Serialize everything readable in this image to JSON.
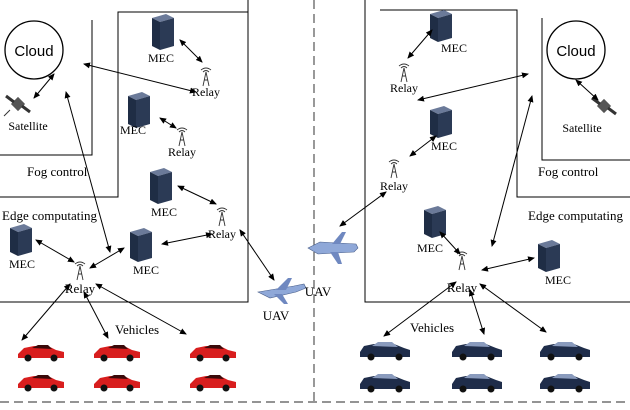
{
  "labels": {
    "cloud": "Cloud",
    "satellite": "Satellite",
    "mec": "MEC",
    "relay": "Relay",
    "fog_control": "Fog control",
    "edge_computing": "Edge computating",
    "vehicles": "Vehicles",
    "uav": "UAV"
  },
  "colors": {
    "line": "#000000",
    "server": "#2b3a55",
    "server_top": "#6b7a99",
    "car_left": "#d81e1e",
    "car_right": "#1f2d4a",
    "uav": "#8fa8d8",
    "divider": "#555555"
  },
  "icons": {
    "server": "server-icon",
    "relay": "antenna-tower-icon",
    "satellite": "satellite-icon",
    "car": "car-icon",
    "uav": "airplane-icon",
    "cloud": "cloud-circle-icon"
  }
}
